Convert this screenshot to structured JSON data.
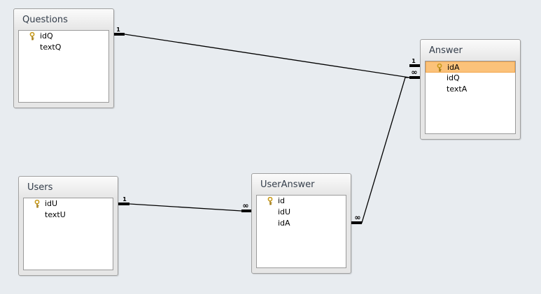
{
  "tables": [
    {
      "id": "questions",
      "title": "Questions",
      "fields": [
        {
          "name": "idQ",
          "key": true
        },
        {
          "name": "textQ",
          "key": false
        }
      ]
    },
    {
      "id": "answer",
      "title": "Answer",
      "fields": [
        {
          "name": "idA",
          "key": true,
          "selected": true
        },
        {
          "name": "idQ",
          "key": false
        },
        {
          "name": "textA",
          "key": false
        }
      ]
    },
    {
      "id": "users",
      "title": "Users",
      "fields": [
        {
          "name": "idU",
          "key": true
        },
        {
          "name": "textU",
          "key": false
        }
      ]
    },
    {
      "id": "useranswer",
      "title": "UserAnswer",
      "fields": [
        {
          "name": "id",
          "key": true
        },
        {
          "name": "idU",
          "key": false
        },
        {
          "name": "idA",
          "key": false
        }
      ]
    }
  ],
  "relationships": [
    {
      "from": "Questions.idQ",
      "to": "Answer.idQ",
      "one_label": "1",
      "many_label": "∞"
    },
    {
      "from": "Users.idU",
      "to": "UserAnswer.idU",
      "one_label": "1",
      "many_label": "∞"
    },
    {
      "from": "Answer.idA",
      "to": "UserAnswer.idA",
      "one_label": "1",
      "many_label": "∞"
    }
  ],
  "colors": {
    "background": "#e8ecf0",
    "selected_field": "#fbc27a",
    "key_icon": "#c89a1a"
  },
  "icons": {
    "primary_key": "key-icon"
  }
}
